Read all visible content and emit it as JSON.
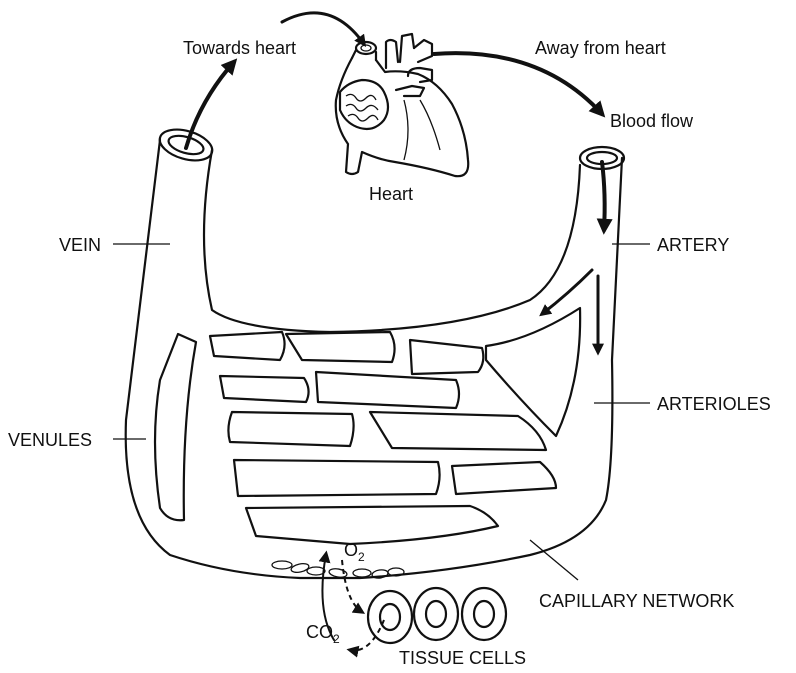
{
  "labels": {
    "towards_heart": "Towards heart",
    "away_from_heart": "Away from heart",
    "blood_flow": "Blood flow",
    "heart": "Heart",
    "vein": "VEIN",
    "artery": "ARTERY",
    "arterioles": "ARTERIOLES",
    "venules": "VENULES",
    "capillary_network": "CAPILLARY NETWORK",
    "tissue_cells": "TISSUE CELLS",
    "o2_base": "O",
    "o2_sub": "2",
    "co2_base": "CO",
    "co2_sub": "2"
  }
}
